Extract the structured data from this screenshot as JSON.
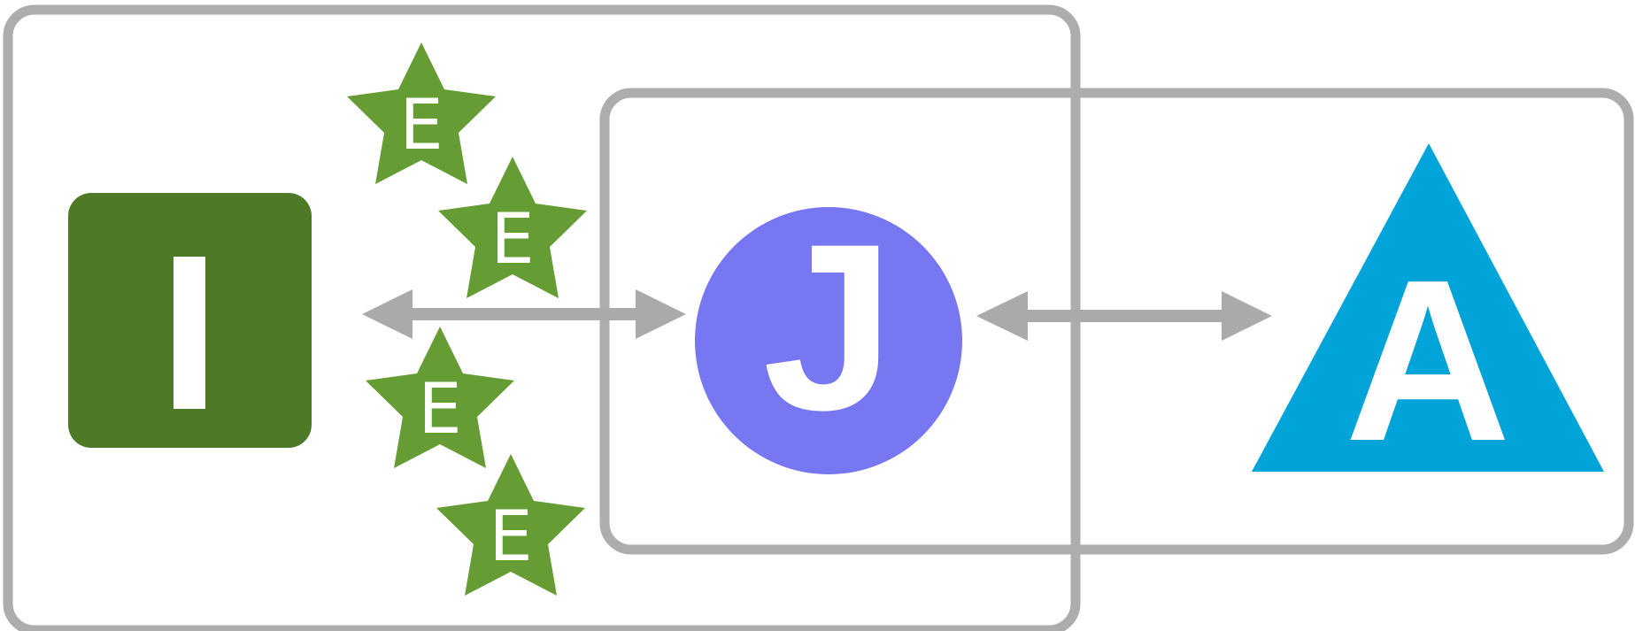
{
  "colors": {
    "frame": "#adadad",
    "arrow": "#aaaaaa",
    "i_box": "#4e7a28",
    "star": "#659c34",
    "j_circle": "#7777f2",
    "a_triangle": "#00a4d8",
    "glyph": "#ffffff"
  },
  "nodes": {
    "i_node": {
      "letter": "I",
      "icon": "square-icon"
    },
    "j_node": {
      "letter": "J",
      "icon": "circle-icon"
    },
    "a_node": {
      "letter": "A",
      "icon": "triangle-icon"
    },
    "stars": [
      {
        "letter": "E",
        "icon": "star-icon"
      },
      {
        "letter": "E",
        "icon": "star-icon"
      },
      {
        "letter": "E",
        "icon": "star-icon"
      },
      {
        "letter": "E",
        "icon": "star-icon"
      }
    ]
  },
  "connectors": [
    {
      "from": "i_node",
      "to": "j_node",
      "type": "double-arrow"
    },
    {
      "from": "j_node",
      "to": "a_node",
      "type": "double-arrow"
    }
  ],
  "groups": [
    {
      "members": [
        "i_node",
        "stars",
        "j_node"
      ]
    },
    {
      "members": [
        "j_node",
        "a_node"
      ]
    }
  ]
}
